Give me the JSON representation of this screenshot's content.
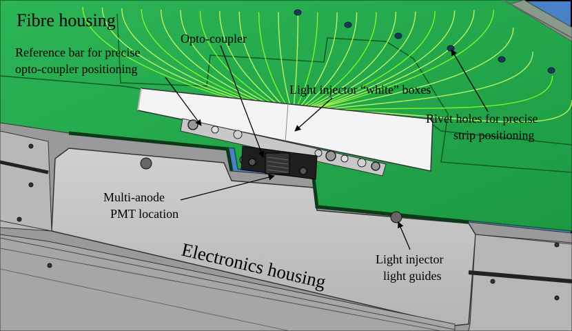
{
  "colors": {
    "background_blue": "#4a80c8",
    "fibre_green": "#22a84a",
    "fibre_green_light": "#35be5d",
    "fibre_lines": "#c9ff66",
    "fibre_lines_bright": "#88ff22",
    "electronics_grey": "#c2c2c2",
    "electronics_dark": "#9a9a9a",
    "white_box": "#f6f6f6",
    "pmt_black": "#1e1e1e"
  },
  "icons": {
    "rivet_hole": "rivet-hole-icon",
    "screw": "screw-icon"
  },
  "labels": {
    "fibre_housing": "Fibre housing",
    "reference_bar_line1": "Reference bar for precise",
    "reference_bar_line2": "opto-coupler positioning",
    "opto_coupler": "Opto-coupler",
    "light_injector_boxes": "Light injector “white” boxes",
    "rivet_holes_line1": "Rivet holes for precise",
    "rivet_holes_line2": "strip positioning",
    "pmt_line1": "Multi-anode",
    "pmt_line2": "PMT location",
    "electronics_housing": "Electronics housing",
    "light_guides_line1": "Light injector",
    "light_guides_line2": "light guides"
  }
}
